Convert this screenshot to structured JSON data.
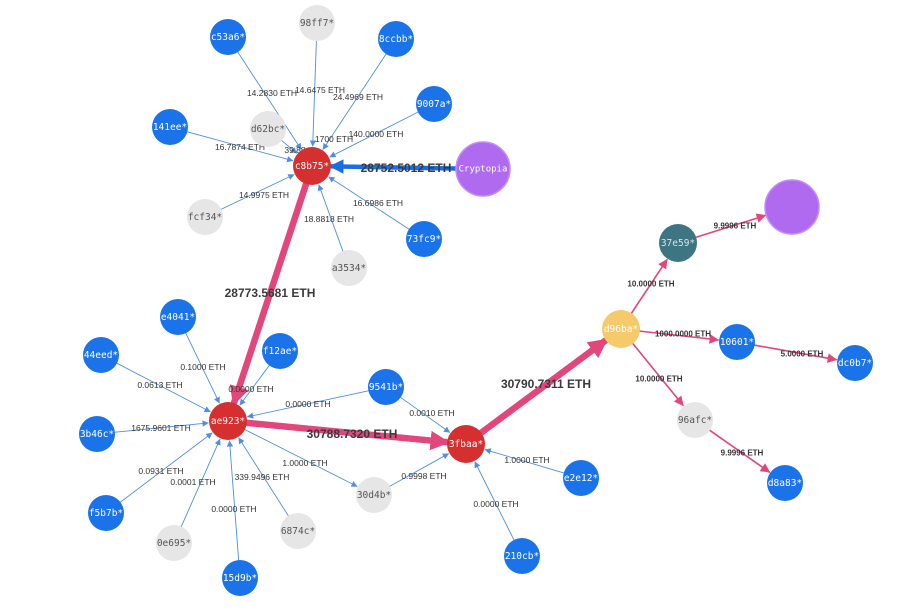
{
  "colors": {
    "blue": "#1a73e8",
    "grey": "#e6e6e6",
    "red": "#d62f2f",
    "purple": "#b06af0",
    "teal": "#3e7582",
    "yellow": "#f5ca6a",
    "pink": "#e8406f",
    "edge_blue": "#4f8fe0",
    "edge_pink": "#e2467a"
  },
  "nodes": [
    {
      "id": "c8b75",
      "label": "c8b75*",
      "type": "red"
    },
    {
      "id": "c53a6",
      "label": "c53a6*",
      "type": "blue"
    },
    {
      "id": "98ff7",
      "label": "98ff7*",
      "type": "grey"
    },
    {
      "id": "8ccbb",
      "label": "8ccbb*",
      "type": "blue"
    },
    {
      "id": "9007a",
      "label": "9007a*",
      "type": "blue"
    },
    {
      "id": "141ee",
      "label": "141ee*",
      "type": "blue"
    },
    {
      "id": "d62bc",
      "label": "d62bc*",
      "type": "grey"
    },
    {
      "id": "fcf34",
      "label": "fcf34*",
      "type": "grey"
    },
    {
      "id": "a3534",
      "label": "a3534*",
      "type": "grey"
    },
    {
      "id": "73fc9",
      "label": "73fc9*",
      "type": "blue"
    },
    {
      "id": "cryptopia",
      "label": "Cryptopia",
      "type": "purple"
    },
    {
      "id": "purple2",
      "label": "",
      "type": "purple"
    },
    {
      "id": "ae923",
      "label": "ae923*",
      "type": "red"
    },
    {
      "id": "e4041",
      "label": "e4041*",
      "type": "blue"
    },
    {
      "id": "f12ae",
      "label": "f12ae*",
      "type": "blue"
    },
    {
      "id": "44eed",
      "label": "44eed*",
      "type": "blue"
    },
    {
      "id": "3b46c",
      "label": "3b46c*",
      "type": "blue"
    },
    {
      "id": "f5b7b",
      "label": "f5b7b*",
      "type": "blue"
    },
    {
      "id": "0e695",
      "label": "0e695*",
      "type": "grey"
    },
    {
      "id": "15d9b",
      "label": "15d9b*",
      "type": "blue"
    },
    {
      "id": "6874c",
      "label": "6874c*",
      "type": "grey"
    },
    {
      "id": "9541b",
      "label": "9541b*",
      "type": "blue"
    },
    {
      "id": "30d4b",
      "label": "30d4b*",
      "type": "grey"
    },
    {
      "id": "3fbaa",
      "label": "3fbaa*",
      "type": "red"
    },
    {
      "id": "e2e12",
      "label": "e2e12*",
      "type": "blue"
    },
    {
      "id": "210cb",
      "label": "210cb*",
      "type": "blue"
    },
    {
      "id": "d96ba",
      "label": "d96ba*",
      "type": "yellow"
    },
    {
      "id": "37e59",
      "label": "37e59*",
      "type": "teal"
    },
    {
      "id": "10601",
      "label": "10601*",
      "type": "blue"
    },
    {
      "id": "dc0b7",
      "label": "dc0b7*",
      "type": "blue"
    },
    {
      "id": "96afc",
      "label": "96afc*",
      "type": "grey"
    },
    {
      "id": "d8a83",
      "label": "d8a83*",
      "type": "blue"
    }
  ],
  "edges": [
    {
      "from": "c53a6",
      "to": "c8b75",
      "label": "14.2830 ETH",
      "style": "thin"
    },
    {
      "from": "98ff7",
      "to": "c8b75",
      "label": "14.6475 ETH",
      "style": "thin"
    },
    {
      "from": "8ccbb",
      "to": "c8b75",
      "label": "24.4969 ETH",
      "style": "thin"
    },
    {
      "from": "9007a",
      "to": "c8b75",
      "label": "140.0000 ETH",
      "style": "thin"
    },
    {
      "from": "d62bc",
      "to": "c8b75",
      "label": "1700 ETH",
      "style": "thin"
    },
    {
      "from": "141ee",
      "to": "c8b75",
      "label": "16.7874 ETH",
      "style": "thin"
    },
    {
      "from": "fcf34",
      "to": "c8b75",
      "label": "14.9975 ETH",
      "style": "thin"
    },
    {
      "from": "a3534",
      "to": "c8b75",
      "label": "18.8818 ETH",
      "style": "thin"
    },
    {
      "from": "73fc9",
      "to": "c8b75",
      "label": "16.6986 ETH",
      "style": "thin"
    },
    {
      "from": "cryptopia",
      "to": "c8b75",
      "label": "28752.5012 ETH",
      "style": "bigblue"
    },
    {
      "from": "c8b75",
      "to": "ae923",
      "label": "28773.5681 ETH",
      "style": "bigpink"
    },
    {
      "from": "e4041",
      "to": "ae923",
      "label": "0.1000 ETH",
      "style": "thin"
    },
    {
      "from": "f12ae",
      "to": "ae923",
      "label": "0.0000 ETH",
      "style": "thin"
    },
    {
      "from": "44eed",
      "to": "ae923",
      "label": "0.0613 ETH",
      "style": "thin"
    },
    {
      "from": "3b46c",
      "to": "ae923",
      "label": "1675.9601 ETH",
      "style": "thin"
    },
    {
      "from": "f5b7b",
      "to": "ae923",
      "label": "0.0931 ETH",
      "style": "thin"
    },
    {
      "from": "0e695",
      "to": "ae923",
      "label": "0.0001 ETH",
      "style": "thin"
    },
    {
      "from": "15d9b",
      "to": "ae923",
      "label": "0.0000 ETH",
      "style": "thin"
    },
    {
      "from": "6874c",
      "to": "ae923",
      "label": "339.9496 ETH",
      "style": "thin"
    },
    {
      "from": "9541b",
      "to": "ae923",
      "label": "0.0000 ETH",
      "style": "thin"
    },
    {
      "from": "ae923",
      "to": "30d4b",
      "label": "1.0000 ETH",
      "style": "thin"
    },
    {
      "from": "ae923",
      "to": "3fbaa",
      "label": "30788.7320 ETH",
      "style": "bigpink"
    },
    {
      "from": "9541b",
      "to": "3fbaa",
      "label": "0.0010 ETH",
      "style": "thin"
    },
    {
      "from": "30d4b",
      "to": "3fbaa",
      "label": "0.9998 ETH",
      "style": "thin"
    },
    {
      "from": "e2e12",
      "to": "3fbaa",
      "label": "1.0000 ETH",
      "style": "thin"
    },
    {
      "from": "210cb",
      "to": "3fbaa",
      "label": "0.0000 ETH",
      "style": "thin"
    },
    {
      "from": "3fbaa",
      "to": "d96ba",
      "label": "30790.7311 ETH",
      "style": "bigpink"
    },
    {
      "from": "d96ba",
      "to": "37e59",
      "label": "10.0000 ETH",
      "style": "pink"
    },
    {
      "from": "37e59",
      "to": "purple2",
      "label": "9.9996 ETH",
      "style": "pink"
    },
    {
      "from": "d96ba",
      "to": "10601",
      "label": "1000.0000 ETH",
      "style": "pink"
    },
    {
      "from": "10601",
      "to": "dc0b7",
      "label": "5.0000 ETH",
      "style": "pink"
    },
    {
      "from": "d96ba",
      "to": "96afc",
      "label": "10.0000 ETH",
      "style": "pink"
    },
    {
      "from": "96afc",
      "to": "d8a83",
      "label": "9.9996 ETH",
      "style": "pink"
    }
  ],
  "extra_labels": [
    {
      "near": "d62bc",
      "text": "39.88"
    }
  ]
}
